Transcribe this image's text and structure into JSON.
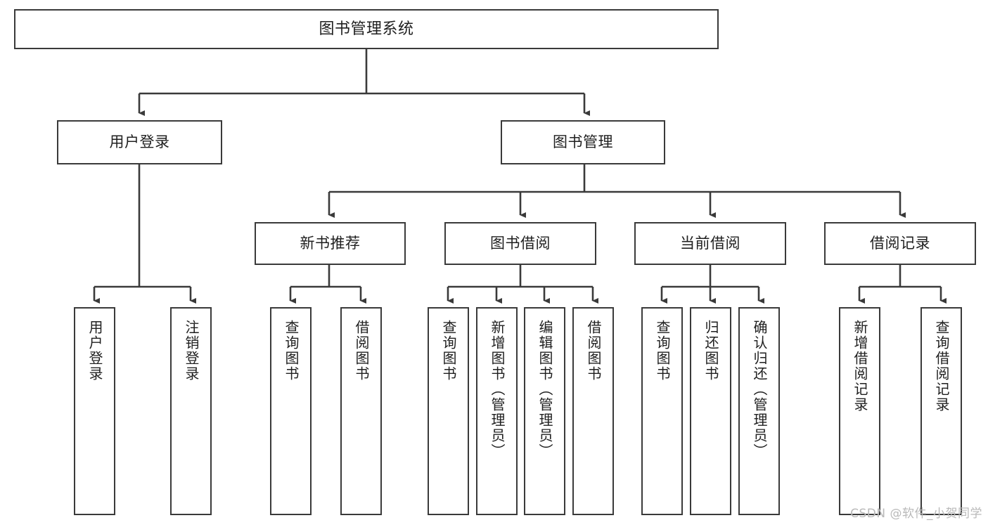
{
  "diagram": {
    "title": "图书管理系统",
    "type": "tree-hierarchy",
    "watermark": "CSDN @软件_小贺同学",
    "colors": {
      "box_border": "#3a3a3a",
      "box_fill": "#ffffff",
      "connector": "#3a3a3a",
      "text": "#1f1f1f",
      "watermark": "#b9b9b9",
      "background": "#ffffff"
    },
    "root": {
      "label": "图书管理系统"
    },
    "level2": [
      {
        "label": "用户登录"
      },
      {
        "label": "图书管理"
      }
    ],
    "level3": [
      {
        "label": "新书推荐"
      },
      {
        "label": "图书借阅"
      },
      {
        "label": "当前借阅"
      },
      {
        "label": "借阅记录"
      }
    ],
    "leaves": {
      "user_login": [
        {
          "label": "用户登录"
        },
        {
          "label": "注销登录"
        }
      ],
      "new_book_recommend": [
        {
          "label": "查询图书"
        },
        {
          "label": "借阅图书"
        }
      ],
      "book_borrow": [
        {
          "label": "查询图书"
        },
        {
          "label": "新增图书（管理员）"
        },
        {
          "label": "编辑图书（管理员）"
        },
        {
          "label": "借阅图书"
        }
      ],
      "current_borrow": [
        {
          "label": "查询图书"
        },
        {
          "label": "归还图书"
        },
        {
          "label": "确认归还（管理员）"
        }
      ],
      "borrow_record": [
        {
          "label": "新增借阅记录"
        },
        {
          "label": "查询借阅记录"
        }
      ]
    }
  }
}
